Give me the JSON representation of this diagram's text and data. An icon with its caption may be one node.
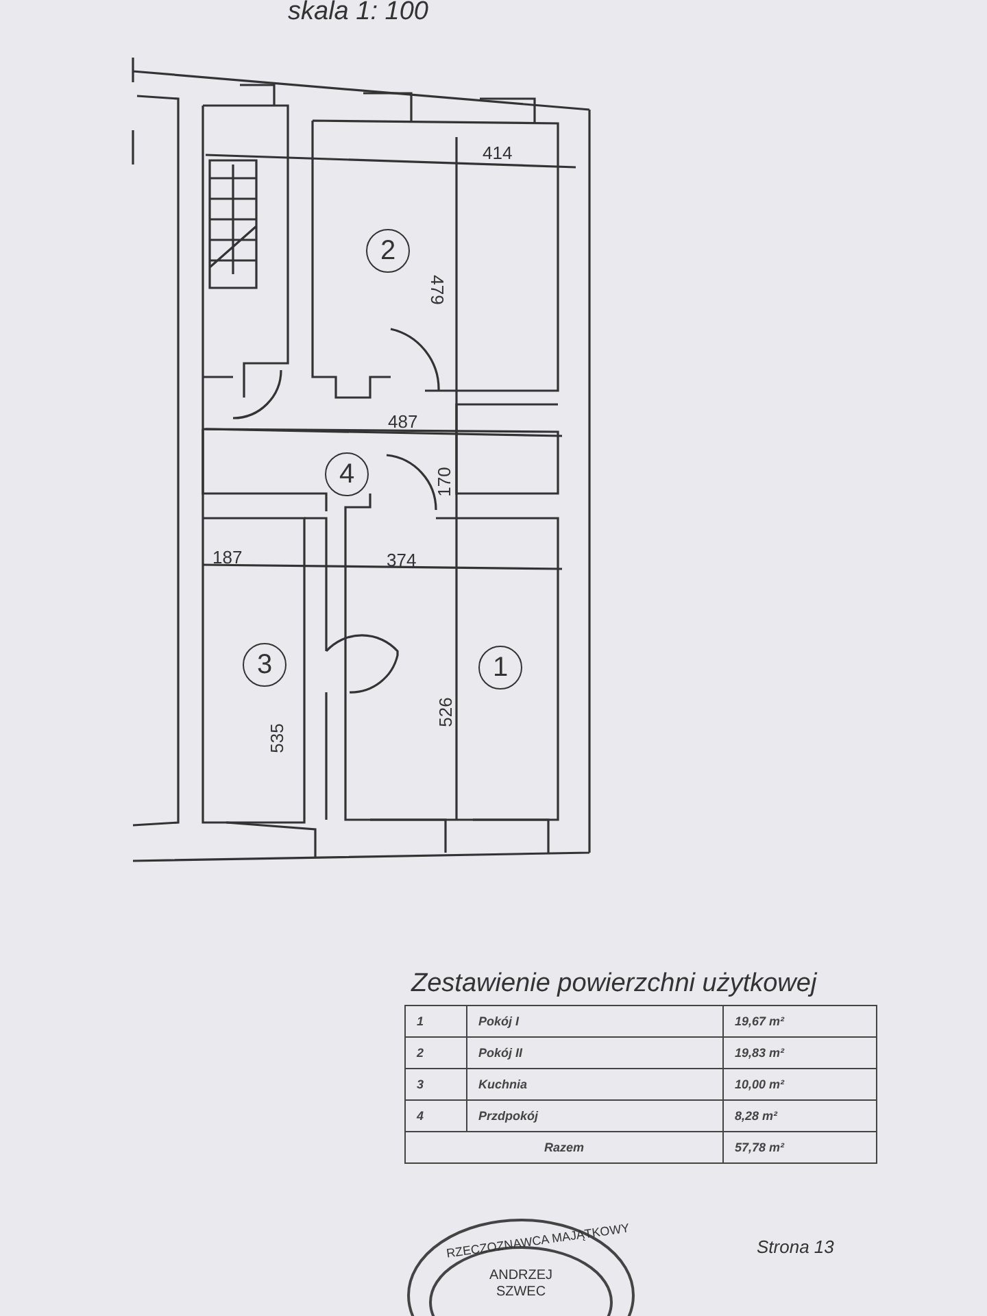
{
  "diagram": {
    "title": "skala 1: 100",
    "nodes": [
      {
        "text": [
          "2"
        ]
      },
      {
        "text": [
          "4"
        ]
      },
      {
        "text": [
          "3"
        ]
      },
      {
        "text": [
          "1"
        ]
      }
    ],
    "labels": [
      "414",
      "479",
      "487",
      "170",
      "187",
      "374",
      "535",
      "526",
      "Zestawienie powierzchni użytkowej",
      "1",
      "Pokój I",
      "19,67 m²",
      "2",
      "Pokój II",
      "19,83 m²",
      "3",
      "Kuchnia",
      "10,00 m²",
      "4",
      "Przdpokój",
      "8,28 m²",
      "Razem",
      "57,78 m²",
      "RZECZOZNAWCA MAJĄTKOWY",
      "ANDRZEJ SZWEC",
      "Strona 13"
    ]
  }
}
